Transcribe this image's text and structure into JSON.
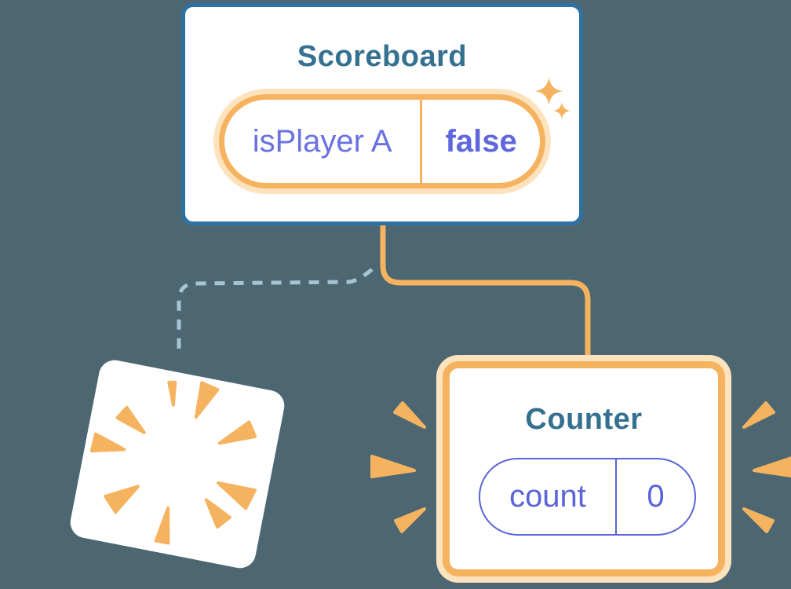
{
  "canvas": {
    "background_color": "#4d6772"
  },
  "colors": {
    "accent_orange": "#F5B35F",
    "orange_halo": "#FCE3BD",
    "scoreboard_border_blue": "#2E72A3",
    "title_blue": "#34708F",
    "state_purple": "#5F67DD",
    "pill_purple": "#5B64D8",
    "dashed_edge_blue": "#A9C3D6",
    "card_background": "#FFFFFF"
  },
  "icons": {
    "sparkles": "two four-point stars",
    "poof_burst": "radial burst of orange wedges (component destroyed)",
    "emphasis_rays": "orange wedges highlighting the Counter card"
  },
  "scoreboard": {
    "title": "Scoreboard",
    "state": {
      "name": "isPlayer A",
      "value": "false"
    }
  },
  "counter": {
    "title": "Counter",
    "state": {
      "name": "count",
      "value": "0"
    }
  }
}
